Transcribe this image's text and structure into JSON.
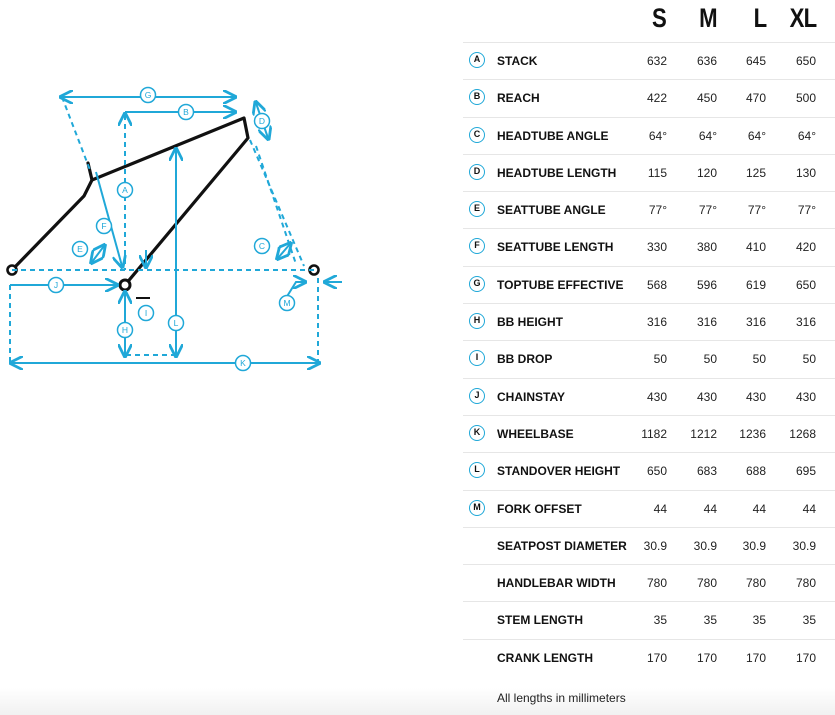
{
  "sizes": [
    "S",
    "M",
    "L",
    "XL"
  ],
  "rows": [
    {
      "badge": "A",
      "label": "STACK",
      "values": [
        "632",
        "636",
        "645",
        "650"
      ]
    },
    {
      "badge": "B",
      "label": "REACH",
      "values": [
        "422",
        "450",
        "470",
        "500"
      ]
    },
    {
      "badge": "C",
      "label": "HEADTUBE ANGLE",
      "values": [
        "64°",
        "64°",
        "64°",
        "64°"
      ]
    },
    {
      "badge": "D",
      "label": "HEADTUBE LENGTH",
      "values": [
        "115",
        "120",
        "125",
        "130"
      ]
    },
    {
      "badge": "E",
      "label": "SEATTUBE ANGLE",
      "values": [
        "77°",
        "77°",
        "77°",
        "77°"
      ]
    },
    {
      "badge": "F",
      "label": "SEATTUBE LENGTH",
      "values": [
        "330",
        "380",
        "410",
        "420"
      ]
    },
    {
      "badge": "G",
      "label": "TOPTUBE EFFECTIVE",
      "values": [
        "568",
        "596",
        "619",
        "650"
      ]
    },
    {
      "badge": "H",
      "label": "BB HEIGHT",
      "values": [
        "316",
        "316",
        "316",
        "316"
      ]
    },
    {
      "badge": "I",
      "label": "BB DROP",
      "values": [
        "50",
        "50",
        "50",
        "50"
      ]
    },
    {
      "badge": "J",
      "label": "CHAINSTAY",
      "values": [
        "430",
        "430",
        "430",
        "430"
      ]
    },
    {
      "badge": "K",
      "label": "WHEELBASE",
      "values": [
        "1182",
        "1212",
        "1236",
        "1268"
      ]
    },
    {
      "badge": "L",
      "label": "STANDOVER HEIGHT",
      "values": [
        "650",
        "683",
        "688",
        "695"
      ]
    },
    {
      "badge": "M",
      "label": "FORK OFFSET",
      "values": [
        "44",
        "44",
        "44",
        "44"
      ]
    },
    {
      "badge": "",
      "label": "SEATPOST DIAMETER",
      "values": [
        "30.9",
        "30.9",
        "30.9",
        "30.9"
      ]
    },
    {
      "badge": "",
      "label": "HANDLEBAR WIDTH",
      "values": [
        "780",
        "780",
        "780",
        "780"
      ]
    },
    {
      "badge": "",
      "label": "STEM LENGTH",
      "values": [
        "35",
        "35",
        "35",
        "35"
      ]
    },
    {
      "badge": "",
      "label": "CRANK LENGTH",
      "values": [
        "170",
        "170",
        "170",
        "170"
      ]
    }
  ],
  "note": "All lengths in millimeters",
  "diagram_badges": {
    "A": "A",
    "B": "B",
    "C": "C",
    "D": "D",
    "E": "E",
    "F": "F",
    "G": "G",
    "H": "H",
    "I": "I",
    "J": "J",
    "K": "K",
    "L": "L",
    "M": "M"
  },
  "colors": {
    "accent": "#20a8d8",
    "frame": "#111111",
    "divider": "#e6e6e6"
  }
}
